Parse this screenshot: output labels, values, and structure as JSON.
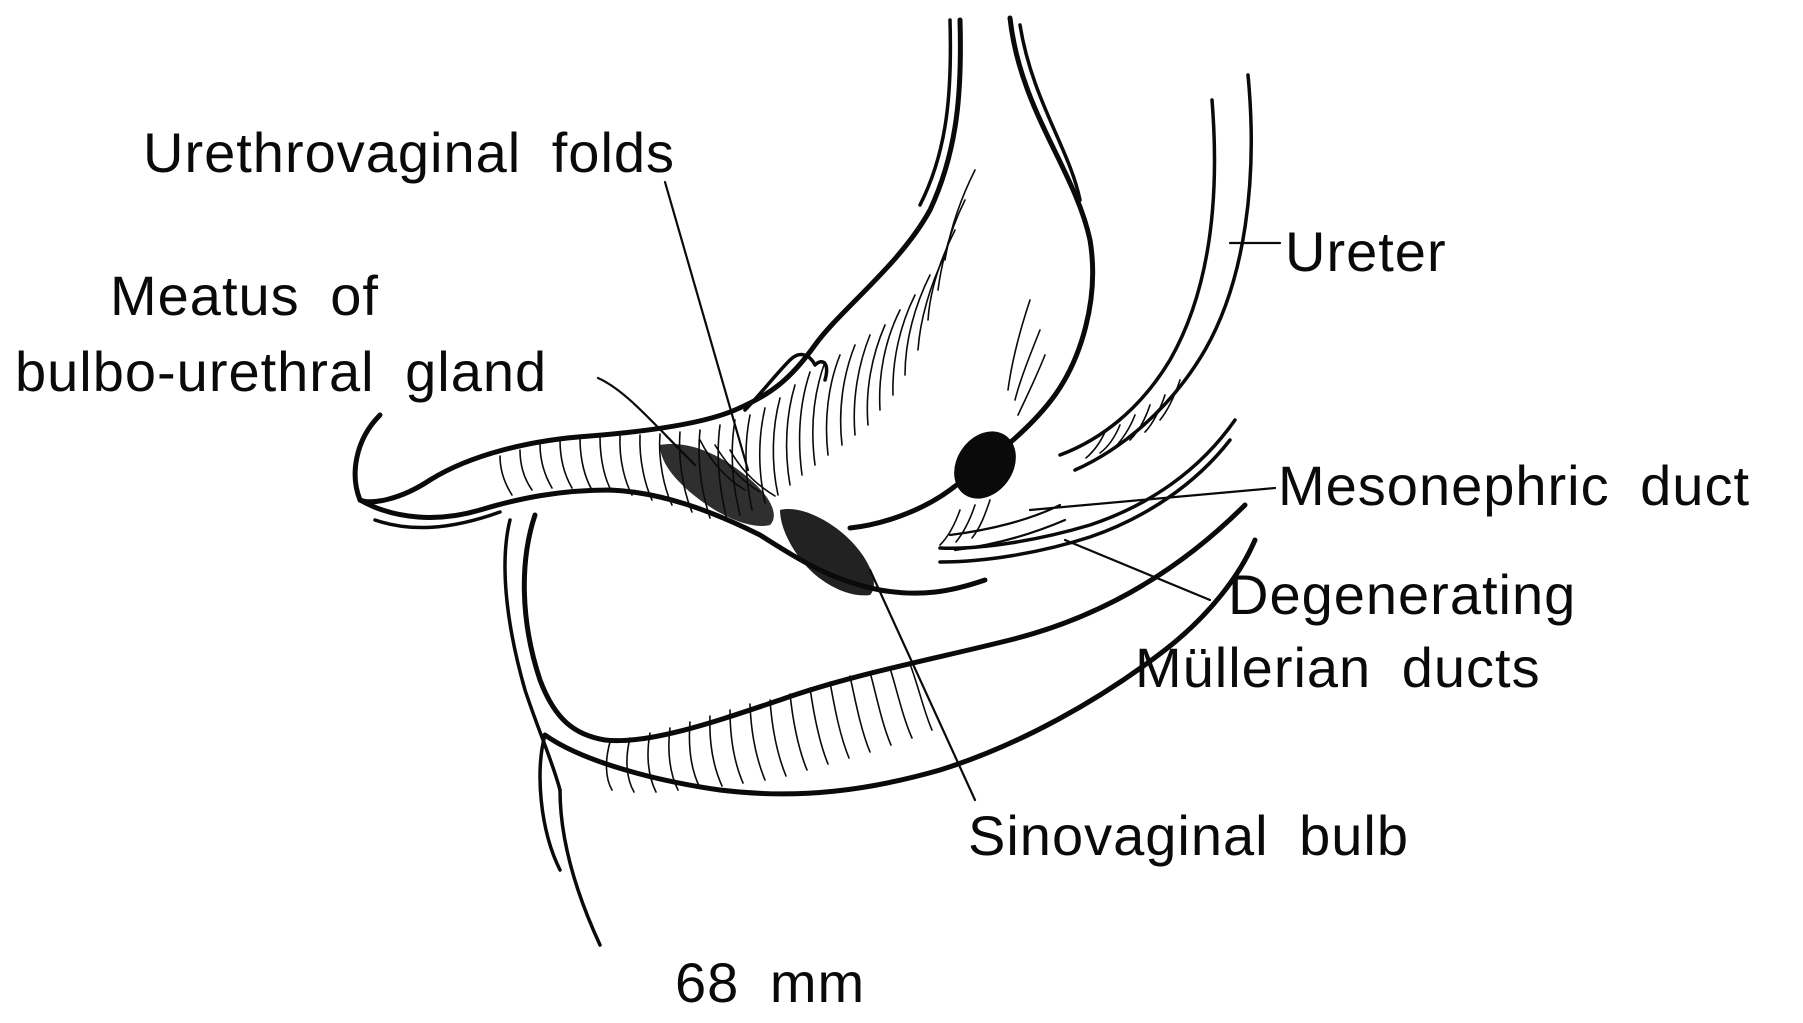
{
  "labels": {
    "urethrovaginal_folds": "Urethrovaginal folds",
    "meatus_line1": "Meatus of",
    "meatus_line2": "bulbo-urethral gland",
    "ureter": "Ureter",
    "mesonephric_duct": "Mesonephric duct",
    "degenerating": "Degenerating",
    "mullerian_ducts": "Müllerian ducts",
    "sinovaginal_bulb": "Sinovaginal bulb",
    "stage": "68 mm"
  },
  "colors": {
    "ink": "#0a0a0a",
    "paper": "#ffffff"
  }
}
